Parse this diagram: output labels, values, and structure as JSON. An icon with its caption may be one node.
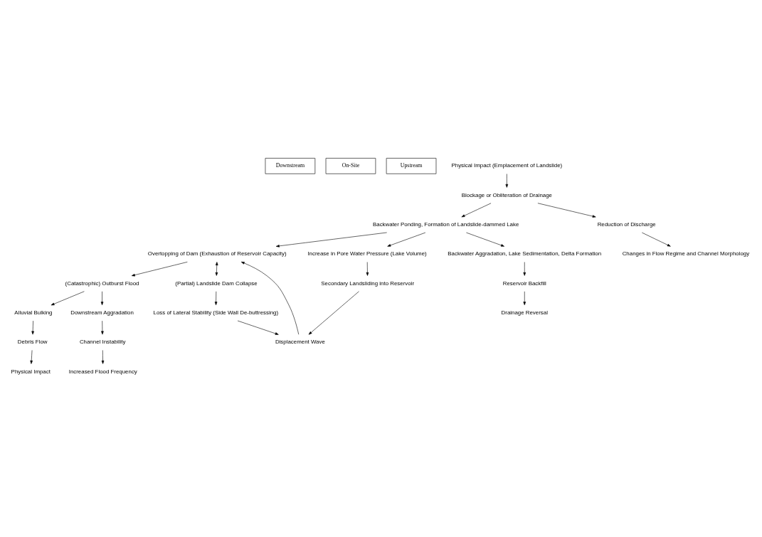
{
  "diagram": {
    "nodes": [
      {
        "text": [
          "Downstream"
        ]
      },
      {
        "text": [
          "On-Site"
        ]
      },
      {
        "text": [
          "Upstream"
        ]
      },
      {
        "text": [
          "Physical Impact (Emplacement of Landslide)"
        ]
      },
      {
        "text": [
          "Blockage or Obliteration of Drainage"
        ]
      },
      {
        "text": [
          "Backwater Ponding, Formation of Landslide-dammed Lake"
        ]
      },
      {
        "text": [
          "Reduction of Discharge"
        ]
      },
      {
        "text": [
          "Changes in Flow Regime and Channel Morphology"
        ]
      },
      {
        "text": [
          "(Catastrophic) Outburst Flood"
        ]
      },
      {
        "text": [
          "Overtopping of Dam (Exhaustion of Reservoir Capacity)"
        ]
      },
      {
        "text": [
          "Increase in Pore Water Pressure (Lake Volume)"
        ]
      },
      {
        "text": [
          "Backwater Aggradation, Lake Sedimentation, Delta Formation"
        ]
      },
      {
        "text": [
          "Alluvial Bulking"
        ]
      },
      {
        "text": [
          "Downstream Aggradation"
        ]
      },
      {
        "text": [
          "(Partial) Landslide Dam Collapse"
        ]
      },
      {
        "text": [
          "Secondary Landsliding into Reservoir"
        ]
      },
      {
        "text": [
          "Debris Flow"
        ]
      },
      {
        "text": [
          "Displacement Wave"
        ]
      },
      {
        "text": [
          "Physical Impact"
        ]
      },
      {
        "text": [
          "Channel Instability"
        ]
      },
      {
        "text": [
          "Loss of Lateral Stability (Side Wall De-buttressing)"
        ]
      },
      {
        "text": [
          "Increased Flood Frequency"
        ]
      },
      {
        "text": [
          "Drainage Reversal"
        ]
      },
      {
        "text": [
          "Reservoir Backfill"
        ]
      }
    ],
    "edges": [
      {
        "from": 3,
        "to": 4,
        "arrow": "to"
      },
      {
        "from": 4,
        "to": 5,
        "arrow": "to"
      },
      {
        "from": 4,
        "to": 6,
        "arrow": "to"
      },
      {
        "from": 6,
        "to": 7,
        "arrow": "to"
      },
      {
        "from": 5,
        "to": 9,
        "arrow": "to"
      },
      {
        "from": 5,
        "to": 10,
        "arrow": "to"
      },
      {
        "from": 5,
        "to": 11,
        "arrow": "to"
      },
      {
        "from": 9,
        "to": 8,
        "arrow": "to"
      },
      {
        "from": 8,
        "to": 12,
        "arrow": "to"
      },
      {
        "from": 8,
        "to": 13,
        "arrow": "to"
      },
      {
        "from": 9,
        "to": 14,
        "arrow": "both"
      },
      {
        "from": 10,
        "to": 15,
        "arrow": "to"
      },
      {
        "from": 15,
        "to": 17,
        "arrow": "to"
      },
      {
        "from": 17,
        "to": 9,
        "arrow": "to"
      },
      {
        "from": 12,
        "to": 16,
        "arrow": "to"
      },
      {
        "from": 16,
        "to": 18,
        "arrow": "to"
      },
      {
        "from": 13,
        "to": 19,
        "arrow": "to"
      },
      {
        "from": 19,
        "to": 21,
        "arrow": "to"
      },
      {
        "from": 14,
        "to": 20,
        "arrow": "to"
      },
      {
        "from": 20,
        "to": 17,
        "arrow": "to"
      },
      {
        "from": 11,
        "to": 23,
        "arrow": "to"
      },
      {
        "from": 23,
        "to": 22,
        "arrow": "to"
      }
    ]
  }
}
